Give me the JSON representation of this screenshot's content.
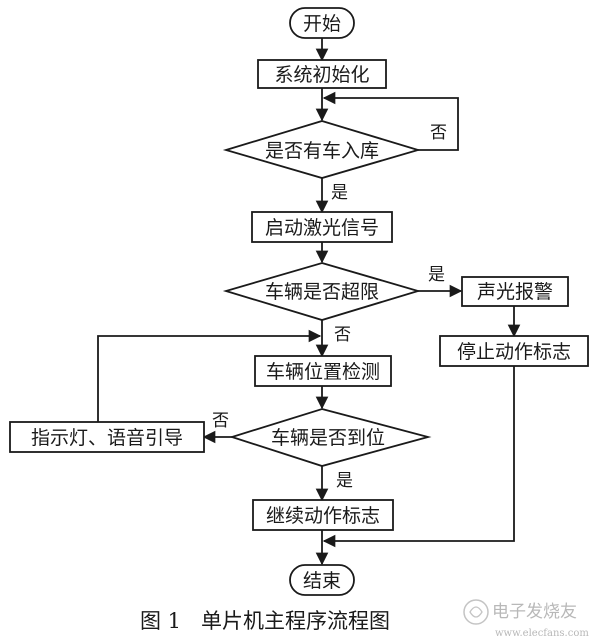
{
  "flowchart": {
    "nodes": {
      "start": "开始",
      "init": "系统初始化",
      "check_car": "是否有车入库",
      "laser": "启动激光信号",
      "check_limit": "车辆是否超限",
      "alarm": "声光报警",
      "stop_flag": "停止动作标志",
      "detect": "车辆位置检测",
      "check_pos": "车辆是否到位",
      "guide": "指示灯、语音引导",
      "continue_flag": "继续动作标志",
      "end": "结束"
    },
    "edge_labels": {
      "check_car_no": "否",
      "check_car_yes": "是",
      "check_limit_yes": "是",
      "check_limit_no": "否",
      "check_pos_no": "否",
      "check_pos_yes": "是"
    },
    "edges": [
      [
        "start",
        "init",
        ""
      ],
      [
        "init",
        "check_car",
        ""
      ],
      [
        "check_car",
        "check_car",
        "否"
      ],
      [
        "check_car",
        "laser",
        "是"
      ],
      [
        "laser",
        "check_limit",
        ""
      ],
      [
        "check_limit",
        "alarm",
        "是"
      ],
      [
        "check_limit",
        "detect",
        "否"
      ],
      [
        "alarm",
        "stop_flag",
        ""
      ],
      [
        "stop_flag",
        "end",
        ""
      ],
      [
        "detect",
        "check_pos",
        ""
      ],
      [
        "check_pos",
        "guide",
        "否"
      ],
      [
        "guide",
        "detect",
        ""
      ],
      [
        "check_pos",
        "continue_flag",
        "是"
      ],
      [
        "continue_flag",
        "end",
        ""
      ]
    ]
  },
  "caption": "图 1   单片机主程序流程图",
  "watermark": {
    "brand": "电子发烧友",
    "url": "www.elecfans.com"
  }
}
